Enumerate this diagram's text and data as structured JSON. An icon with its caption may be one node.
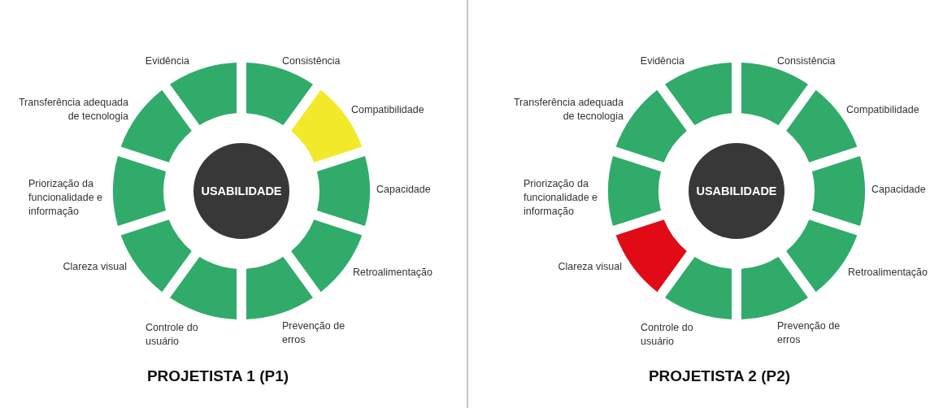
{
  "diagram": {
    "nodes": [
      {
        "text": [
          "USABILIDADE"
        ]
      },
      {
        "text": [
          "Consistência"
        ]
      },
      {
        "text": [
          "Compatibilidade"
        ]
      },
      {
        "text": [
          "Capacidade"
        ]
      },
      {
        "text": [
          "Retroalimentação"
        ]
      },
      {
        "text": [
          "Prevenção de erros"
        ]
      },
      {
        "text": [
          "Controle do usuário"
        ]
      },
      {
        "text": [
          "Clareza visual"
        ]
      },
      {
        "text": [
          "Priorização da funcionalidade e informação"
        ]
      },
      {
        "text": [
          "Transferência adequada de tecnologia"
        ]
      },
      {
        "text": [
          "Evidência"
        ]
      },
      {
        "text": [
          "USABILIDADE"
        ]
      },
      {
        "text": [
          "Consistência"
        ]
      },
      {
        "text": [
          "Compatibilidade"
        ]
      },
      {
        "text": [
          "Capacidade"
        ]
      },
      {
        "text": [
          "Retroalimentação"
        ]
      },
      {
        "text": [
          "Prevenção de erros"
        ]
      },
      {
        "text": [
          "Controle do usuário"
        ]
      },
      {
        "text": [
          "Clareza visual"
        ]
      },
      {
        "text": [
          "Priorização da funcionalidade e informação"
        ]
      },
      {
        "text": [
          "Transferência adequada de tecnologia"
        ]
      },
      {
        "text": [
          "Evidência"
        ]
      }
    ],
    "labels": [
      "PROJETISTA 1 (P1)",
      "PROJETISTA 2 (P2)"
    ]
  }
}
